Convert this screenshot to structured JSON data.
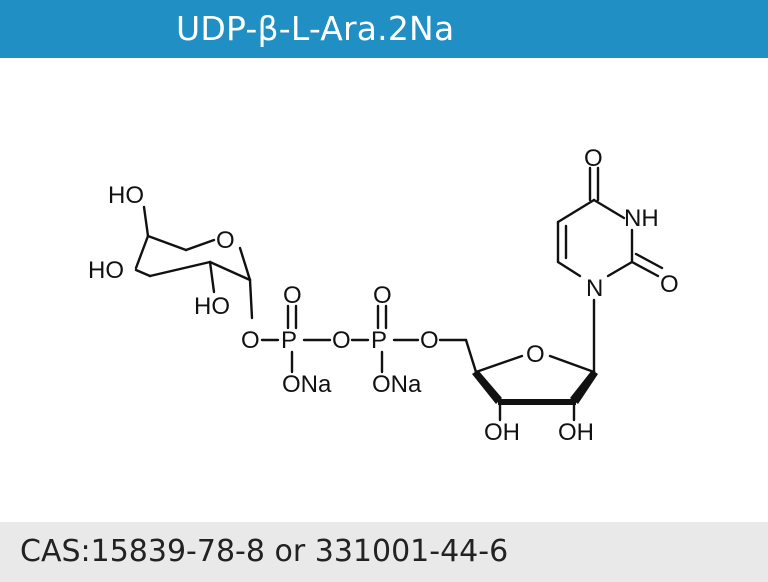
{
  "header": {
    "title": "UDP-β-L-Ara.2Na",
    "background": "#1f8fc4"
  },
  "structure": {
    "atoms": {
      "arabinose_ho_top": "HO",
      "arabinose_ho_left": "HO",
      "arabinose_ho_bottom": "HO",
      "arabinose_ring_o": "O",
      "glycosidic_o": "O",
      "phosphorus_1": "P",
      "phosphorus_1_double_o": "O",
      "phosphorus_1_ona": "ONa",
      "bridge_o": "O",
      "phosphorus_2": "P",
      "phosphorus_2_double_o": "O",
      "phosphorus_2_ona": "ONa",
      "ribose_5_o": "O",
      "ribose_ring_o": "O",
      "ribose_oh_left": "OH",
      "ribose_oh_right": "OH",
      "uracil_n1": "N",
      "uracil_nh": "NH",
      "uracil_o_top": "O",
      "uracil_o_right": "O"
    }
  },
  "footer": {
    "cas_text": "CAS:15839-78-8 or 331001-44-6",
    "background": "#e9e9e9"
  }
}
